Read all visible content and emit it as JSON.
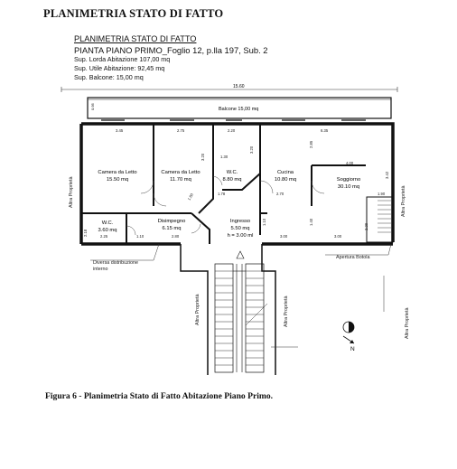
{
  "heading": "PLANIMETRIA STATO DI FATTO",
  "title_block": {
    "title": "PLANIMETRIA STATO DI FATTO",
    "subtitle": "PIANTA PIANO PRIMO_Foglio 12, p.lla 197, Sub. 2",
    "areas": [
      "Sup. Lorda Abitazione 107,00 mq",
      "Sup. Utile Abitazione: 92,45 mq",
      "Sup. Balcone: 15,00 mq"
    ]
  },
  "plan": {
    "overall_dimension": "15.60",
    "balcony": "Balcone 15,00 mq",
    "balcony_depth": "0.95",
    "rooms": {
      "camera1": {
        "name": "Camera da Letto",
        "area": "15.50 mq"
      },
      "camera2": {
        "name": "Camera da Letto",
        "area": "11.70 mq"
      },
      "wc1": {
        "name": "W.C.",
        "area": "8.80 mq"
      },
      "cucina": {
        "name": "Cucina",
        "area": "10.80 mq"
      },
      "soggiorno": {
        "name": "Soggiorno",
        "area": "30.10 mq"
      },
      "wc2": {
        "name": "W.C.",
        "area": "3.60 mq"
      },
      "disimpegno": {
        "name": "Disimpegno",
        "area": "6.15 mq"
      },
      "ingresso": {
        "name": "Ingresso",
        "area": "5.50 mq",
        "height": "h = 3.00 ml"
      }
    },
    "dims": {
      "d1": "3.45",
      "d2": "2.75",
      "d3": "2.20",
      "d4": "3.20",
      "d5": "3.20",
      "d6": "2.85",
      "d7": "6.35",
      "d8": "4.00",
      "d9": "1.30",
      "d10": "1.78",
      "d11": "2.70",
      "d12": "1.60",
      "d13": "3.42",
      "d14": "1.90",
      "d15": "2.25",
      "d16": "1.10",
      "d17": "2.80",
      "d18": "2.18",
      "d19": "1.10",
      "d20": "3.00",
      "d21": "2.29",
      "d22": "3.00",
      "d23": "1.40"
    },
    "labels": {
      "altra_left": "Altra Proprietà",
      "altra_right": "Altra Proprietà",
      "altra_stair_left": "Altra Proprietà",
      "altra_stair_right": "Altra Proprietà",
      "altra_bottom_right": "Altra Proprietà",
      "diversa": "Diversa distribuzione",
      "interno": "interno",
      "apertura": "Apertura Botola",
      "north": "N"
    }
  },
  "caption": "Figura 6 - Planimetria Stato di Fatto Abitazione Piano Primo."
}
